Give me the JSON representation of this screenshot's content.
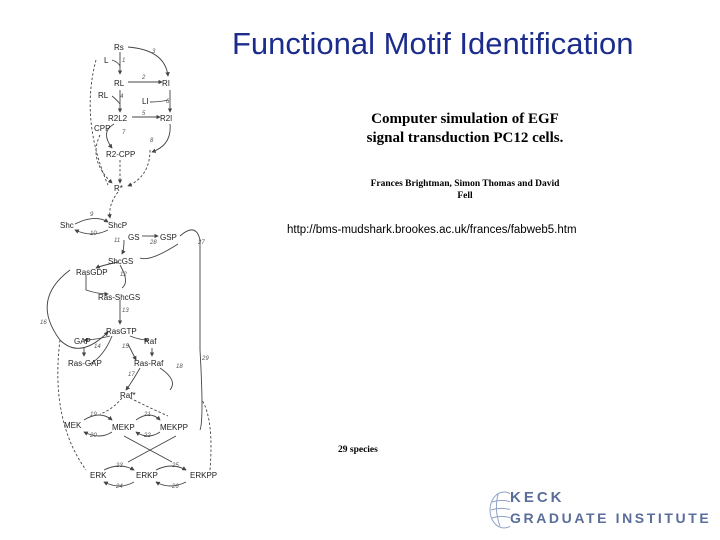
{
  "slide": {
    "title": "Functional Motif Identification",
    "subtitle_line1": "Computer simulation of EGF",
    "subtitle_line2": "signal transduction PC12 cells.",
    "authors_line1": "Frances Brightman, Simon Thomas and David",
    "authors_line2": "Fell",
    "url": "http://bms-mudshark.brookes.ac.uk/frances/fabweb5.htm",
    "species": "29 species"
  },
  "logo": {
    "line1": "KECK",
    "line2": "GRADUATE INSTITUTE",
    "color": "#5b6e9a"
  },
  "diagram": {
    "nodes": {
      "rs": "Rs",
      "l": "L",
      "rl": "RL",
      "ri": "RI",
      "rl2": "RL",
      "li": "LI",
      "r2l2": "R2L2",
      "r2l": "R2l",
      "cpp": "CPP",
      "r2cpp": "R2-CPP",
      "rstar": "R*",
      "shc": "Shc",
      "shcp": "ShcP",
      "gs": "GS",
      "gsp": "GSP",
      "shcgs": "ShcGS",
      "rasgdp": "RasGDP",
      "rasshcgs": "Ras-ShcGS",
      "rasgtp": "RasGTP",
      "gap": "GAP",
      "rasgap": "Ras-GAP",
      "raf": "Raf",
      "rasraf": "Ras-Raf",
      "rafstar": "Raf*",
      "mek": "MEK",
      "mekp": "MEKP",
      "mekpp": "MEKPP",
      "erk": "ERK",
      "erkp": "ERKP",
      "erkpp": "ERKPP"
    },
    "numbers": {
      "n1": "1",
      "n2": "2",
      "n3": "3",
      "n4": "4",
      "n5": "5",
      "n6": "6",
      "n7": "7",
      "n8": "8",
      "n9": "9",
      "n10": "10",
      "n11": "11",
      "n12": "12",
      "n13": "13",
      "n14": "14",
      "n15": "15",
      "n16": "16",
      "n17": "17",
      "n18": "18",
      "n19": "19",
      "n20": "20",
      "n21": "21",
      "n22": "22",
      "n23": "23",
      "n24": "24",
      "n25": "25",
      "n26": "26",
      "n27": "27",
      "n28": "28",
      "n29": "29"
    }
  }
}
